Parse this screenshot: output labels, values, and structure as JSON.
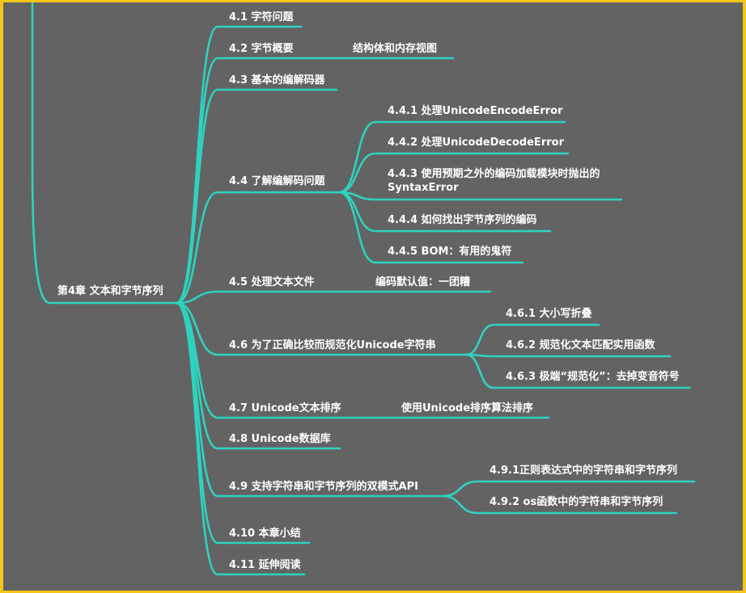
{
  "colors": {
    "frame": "#f5c518",
    "background": "#636363",
    "line": "#2ed3bf",
    "text": "#ffffff"
  },
  "root": {
    "label": "第4章 文本和字节序列"
  },
  "sections": [
    {
      "label": "4.1 字符问题"
    },
    {
      "label": "4.2 字节概要",
      "note": "结构体和内存视图"
    },
    {
      "label": "4.3 基本的编解码器"
    },
    {
      "label": "4.4 了解编解码问题",
      "children": [
        {
          "label": "4.4.1 处理UnicodeEncodeError"
        },
        {
          "label": "4.4.2 处理UnicodeDecodeError"
        },
        {
          "label": "4.4.3 使用预期之外的编码加载模块时抛出的SyntaxError"
        },
        {
          "label": "4.4.4 如何找出字节序列的编码"
        },
        {
          "label": "4.4.5 BOM：有用的鬼符"
        }
      ]
    },
    {
      "label": "4.5 处理文本文件",
      "note": "编码默认值：一团糟"
    },
    {
      "label": "4.6 为了正确比较而规范化Unicode字符串",
      "children": [
        {
          "label": "4.6.1 大小写折叠"
        },
        {
          "label": "4.6.2 规范化文本匹配实用函数"
        },
        {
          "label": "4.6.3 极端“规范化”：去掉变音符号"
        }
      ]
    },
    {
      "label": "4.7 Unicode文本排序",
      "note": "使用Unicode排序算法排序"
    },
    {
      "label": "4.8 Unicode数据库"
    },
    {
      "label": "4.9 支持字符串和字节序列的双模式API",
      "children": [
        {
          "label": "4.9.1正则表达式中的字符串和字节序列"
        },
        {
          "label": "4.9.2 os函数中的字符串和字节序列"
        }
      ]
    },
    {
      "label": "4.10 本章小结"
    },
    {
      "label": "4.11 延伸阅读"
    }
  ]
}
